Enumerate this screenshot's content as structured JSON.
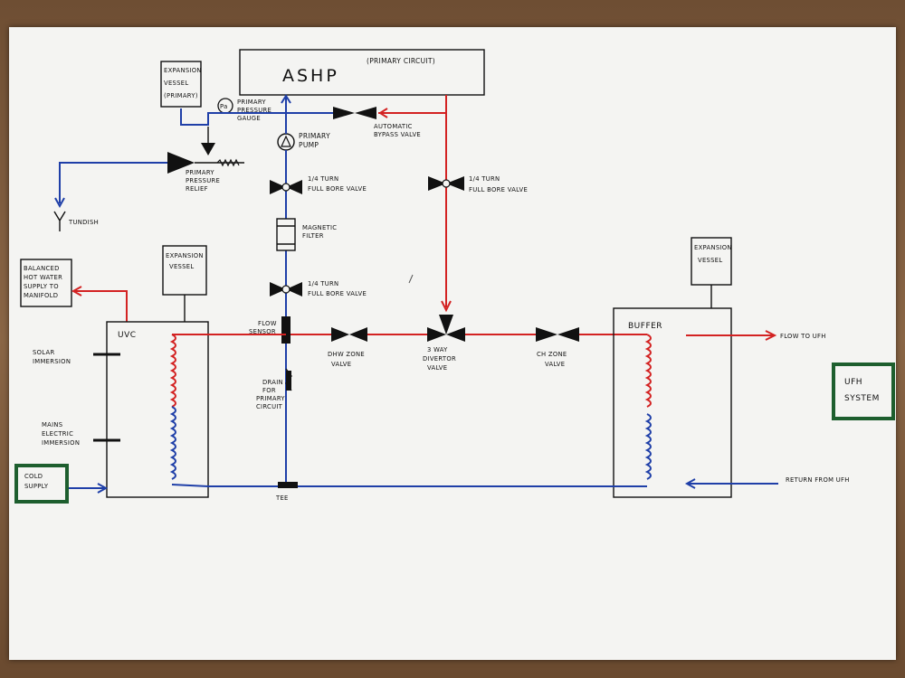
{
  "colors": {
    "flow": "#d32222",
    "return": "#1f3fa8",
    "ink": "#111111",
    "green_box": "#1d5e2e"
  },
  "labels": {
    "ashp": "ASHP",
    "primary_circuit": "(PRIMARY CIRCUIT)",
    "expansion_vessel_primary_l1": "EXPANSION",
    "expansion_vessel_primary_l2": "VESSEL",
    "expansion_vessel_primary_l3": "(PRIMARY)",
    "pressure_gauge_symbol": "Pa",
    "primary_pressure_gauge_l1": "PRIMARY",
    "primary_pressure_gauge_l2": "PRESSURE",
    "primary_pressure_gauge_l3": "GAUGE",
    "automatic_bypass_l1": "AUTOMATIC",
    "automatic_bypass_l2": "BYPASS VALVE",
    "primary_pump_l1": "PRIMARY",
    "primary_pump_l2": "PUMP",
    "primary_pressure_relief_l1": "PRIMARY",
    "primary_pressure_relief_l2": "PRESSURE",
    "primary_pressure_relief_l3": "RELIEF",
    "tundish": "TUNDISH",
    "quarter_turn_valve_1_l1": "1/4 TURN",
    "quarter_turn_valve_1_l2": "FULL BORE VALVE",
    "quarter_turn_valve_2_l1": "1/4 TURN",
    "quarter_turn_valve_2_l2": "FULL BORE VALVE",
    "quarter_turn_valve_3_l1": "1/4 TURN",
    "quarter_turn_valve_3_l2": "FULL BORE VALVE",
    "magnetic_filter_l1": "MAGNETIC",
    "magnetic_filter_l2": "FILTER",
    "balanced_hw_l1": "BALANCED",
    "balanced_hw_l2": "HOT WATER",
    "balanced_hw_l3": "SUPPLY TO",
    "balanced_hw_l4": "MANIFOLD",
    "expansion_vessel_l1": "EXPANSION",
    "expansion_vessel_l2": "VESSEL",
    "expansion_vessel_buffer_l1": "EXPANSION",
    "expansion_vessel_buffer_l2": "VESSEL",
    "uvc": "UVC",
    "flow_sensor_l1": "FLOW",
    "flow_sensor_l2": "SENSOR",
    "drain_l1": "DRAIN",
    "drain_l2": "FOR",
    "drain_l3": "PRIMARY",
    "drain_l4": "CIRCUIT",
    "dhw_zone_l1": "DHW ZONE",
    "dhw_zone_l2": "VALVE",
    "three_way_l1": "3 WAY",
    "three_way_l2": "DIVERTOR",
    "three_way_l3": "VALVE",
    "ch_zone_l1": "CH ZONE",
    "ch_zone_l2": "VALVE",
    "buffer": "BUFFER",
    "flow_to_ufh": "FLOW TO UFH",
    "return_from_ufh": "RETURN FROM UFH",
    "ufh_system_l1": "UFH",
    "ufh_system_l2": "SYSTEM",
    "solar_immersion_l1": "SOLAR",
    "solar_immersion_l2": "IMMERSION",
    "mains_electric_l1": "MAINS",
    "mains_electric_l2": "ELECTRIC",
    "mains_electric_l3": "IMMERSION",
    "cold_supply_l1": "COLD",
    "cold_supply_l2": "SUPPLY",
    "tee": "TEE"
  }
}
